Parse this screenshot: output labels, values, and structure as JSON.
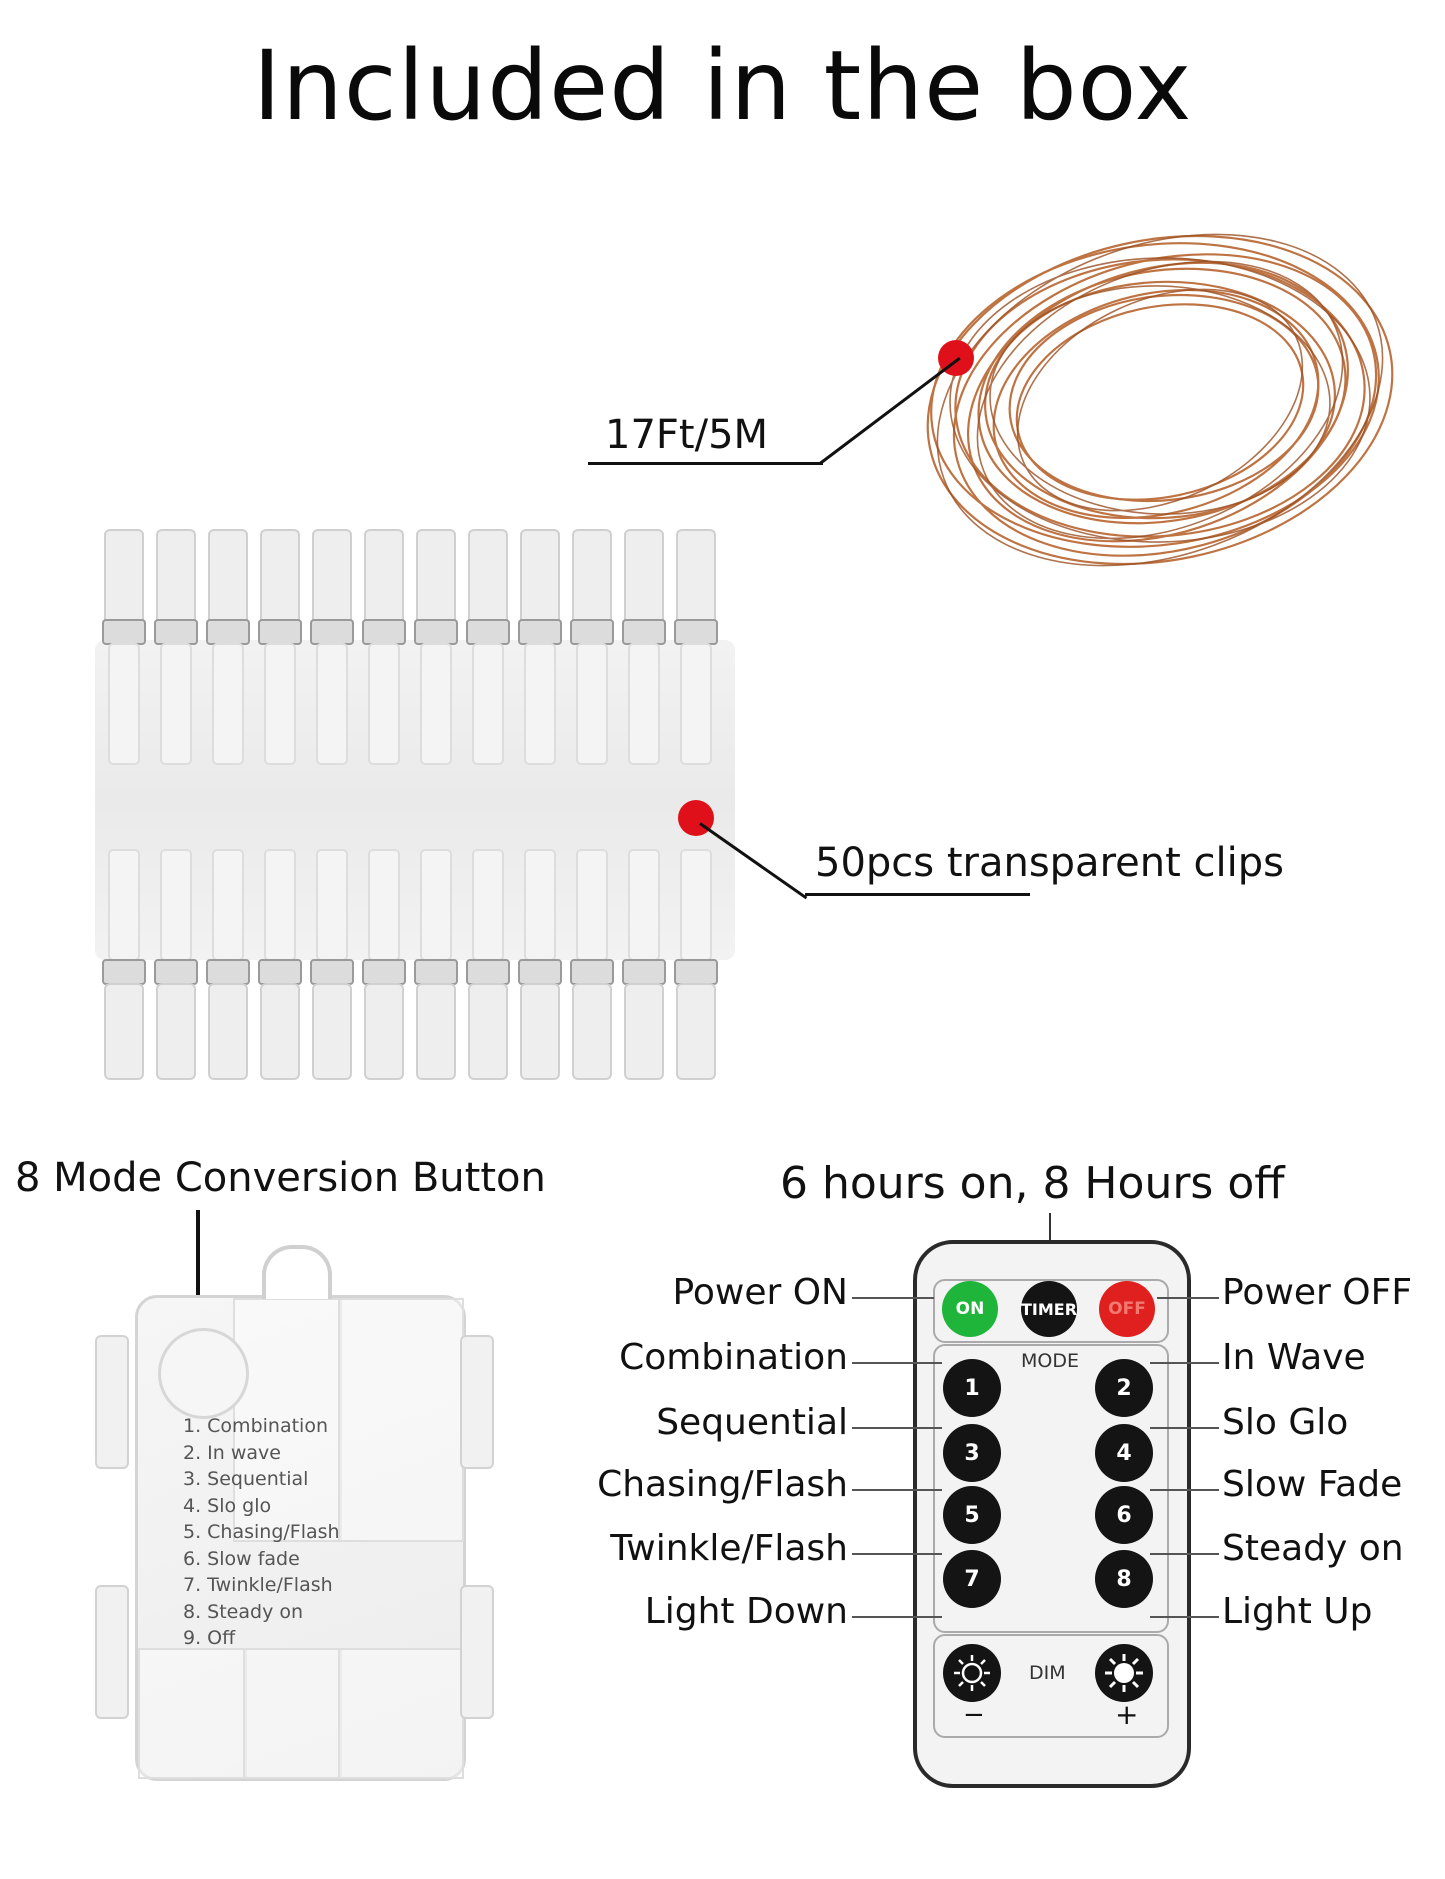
{
  "title": "Included in the box",
  "callouts": {
    "length": "17Ft/5M",
    "clips": "50pcs transparent clips",
    "mode_button": "8 Mode Conversion Button",
    "timer": "6 hours on, 8 Hours off"
  },
  "battery_modes": [
    "1. Combination",
    "2. In wave",
    "3. Sequential",
    "4. Slo glo",
    "5. Chasing/Flash",
    "6. Slow fade",
    "7. Twinkle/Flash",
    "8. Steady on",
    "9. Off"
  ],
  "remote": {
    "on": "ON",
    "timer": "TIMER",
    "off": "OFF",
    "mode": "MODE",
    "dim": "DIM",
    "minus": "−",
    "plus": "+",
    "numbers": [
      "1",
      "2",
      "3",
      "4",
      "5",
      "6",
      "7",
      "8"
    ],
    "colors": {
      "on": "#1fb53a",
      "off": "#e0201f",
      "button": "#141414"
    }
  },
  "remote_labels_left": [
    "Power ON",
    "Combination",
    "Sequential",
    "Chasing/Flash",
    "Twinkle/Flash",
    "Light Down"
  ],
  "remote_labels_right": [
    "Power OFF",
    "In Wave",
    "Slo Glo",
    "Slow Fade",
    "Steady on",
    "Light Up"
  ],
  "colors": {
    "accent_dot": "#e0101a",
    "wire": "#b8642f"
  }
}
